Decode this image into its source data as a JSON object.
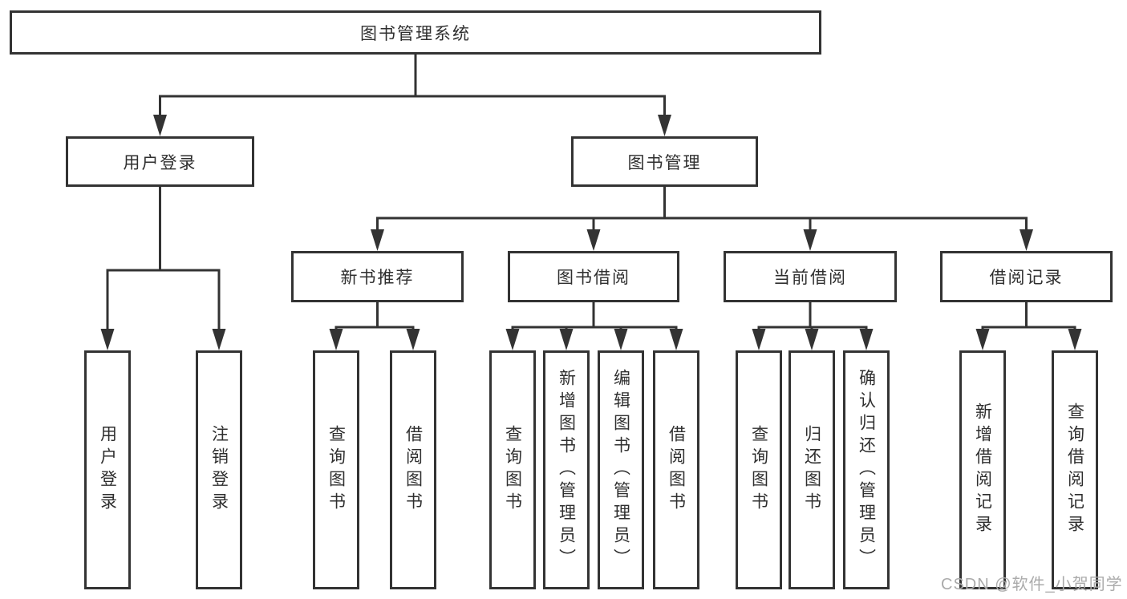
{
  "diagram": {
    "root": {
      "label": "图书管理系统"
    },
    "branches": [
      {
        "label": "用户登录",
        "children": [
          "用户登录",
          "注销登录"
        ]
      },
      {
        "label": "图书管理",
        "sections": [
          {
            "label": "新书推荐",
            "children": [
              "查询图书",
              "借阅图书"
            ]
          },
          {
            "label": "图书借阅",
            "children": [
              "查询图书",
              "新增图书（管理员）",
              "编辑图书（管理员）",
              "借阅图书"
            ]
          },
          {
            "label": "当前借阅",
            "children": [
              "查询图书",
              "归还图书",
              "确认归还（管理员）"
            ]
          },
          {
            "label": "借阅记录",
            "children": [
              "新增借阅记录",
              "查询借阅记录"
            ]
          }
        ]
      }
    ]
  },
  "watermark": {
    "text": "CSDN @软件_小贺同学"
  },
  "colors": {
    "line": "#333333",
    "box_border": "#333333",
    "text": "#2f2f2f",
    "watermark_color": "#ababab",
    "background": "#ffffff"
  }
}
